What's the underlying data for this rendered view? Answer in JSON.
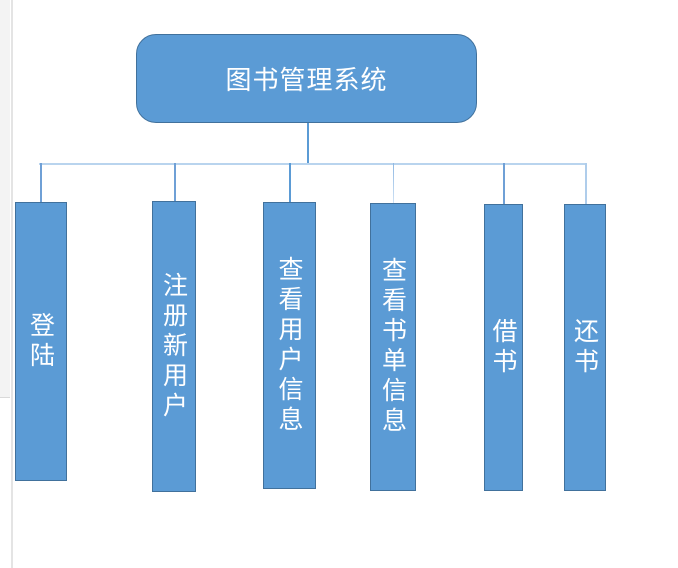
{
  "diagram": {
    "type": "hierarchy",
    "root": {
      "label": "图书管理系统"
    },
    "children": [
      {
        "id": "login",
        "label": "登陆"
      },
      {
        "id": "register-new-user",
        "label": "注册新用户"
      },
      {
        "id": "view-user-info",
        "label": "查看用户信息"
      },
      {
        "id": "view-booklist-info",
        "label": "查看书单信息"
      },
      {
        "id": "borrow-book",
        "label": "借书"
      },
      {
        "id": "return-book",
        "label": "还书"
      }
    ],
    "colors": {
      "node_fill": "#5B9BD5",
      "node_border": "#41719C",
      "connector_drop": "#6FA0D6",
      "connector_bus": "#B9D4EE",
      "text": "#ffffff",
      "page_margin_strip": "#f3f3f3",
      "page_edge_line": "#e4e4e4"
    }
  }
}
